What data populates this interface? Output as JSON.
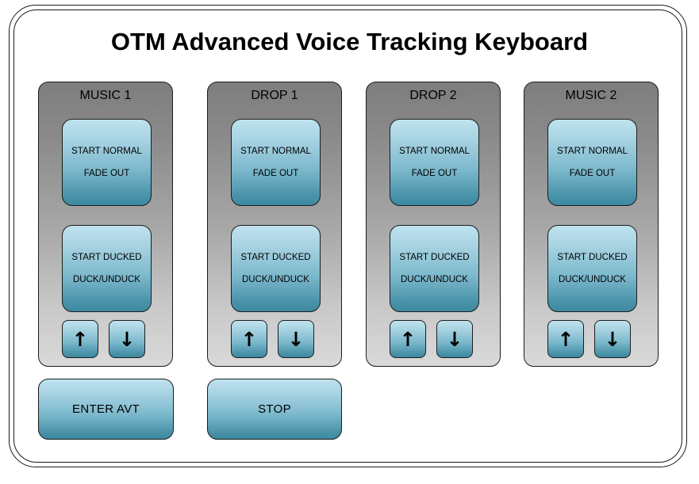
{
  "app": {
    "title": "OTM Advanced Voice Tracking Keyboard",
    "frame_color": "#1a1a1a",
    "background": "#ffffff",
    "panel_gradient_top": "#7d7d7d",
    "panel_gradient_bottom": "#d9d9d9",
    "button_gradient_top": "#bfe2ee",
    "button_gradient_bottom": "#3d8aa1"
  },
  "channels": [
    {
      "title": "MUSIC 1",
      "normal_button": {
        "line1": "START NORMAL",
        "line2": "FADE OUT"
      },
      "ducked_button": {
        "line1": "START DUCKED",
        "line2": "DUCK/UNDUCK"
      },
      "up_arrow": "↑",
      "down_arrow": "↓"
    },
    {
      "title": "DROP 1",
      "normal_button": {
        "line1": "START NORMAL",
        "line2": "FADE OUT"
      },
      "ducked_button": {
        "line1": "START DUCKED",
        "line2": "DUCK/UNDUCK"
      },
      "up_arrow": "↑",
      "down_arrow": "↓"
    },
    {
      "title": "DROP 2",
      "normal_button": {
        "line1": "START NORMAL",
        "line2": "FADE OUT"
      },
      "ducked_button": {
        "line1": "START DUCKED",
        "line2": "DUCK/UNDUCK"
      },
      "up_arrow": "↑",
      "down_arrow": "↓"
    },
    {
      "title": "MUSIC 2",
      "normal_button": {
        "line1": "START NORMAL",
        "line2": "FADE OUT"
      },
      "ducked_button": {
        "line1": "START DUCKED",
        "line2": "DUCK/UNDUCK"
      },
      "up_arrow": "↑",
      "down_arrow": "↓"
    }
  ],
  "actions": {
    "enter_avt_label": "ENTER AVT",
    "stop_label": "STOP"
  }
}
